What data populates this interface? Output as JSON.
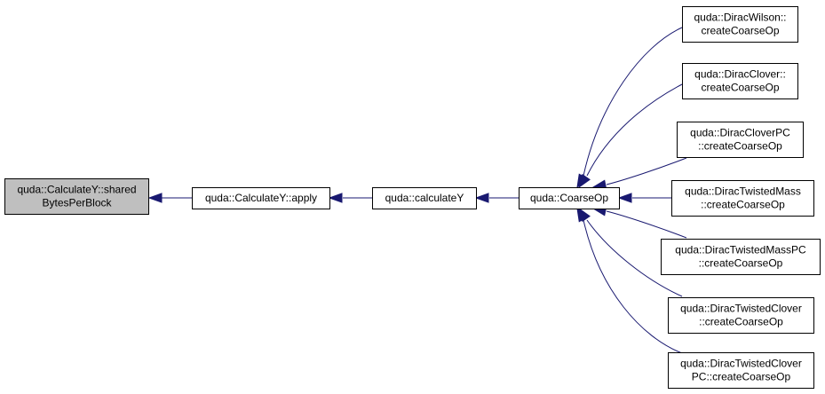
{
  "graph": {
    "edge_color": "#191970",
    "root_fill": "#bfbfbf",
    "nodes": {
      "shared_bytes": {
        "lines": [
          "quda::CalculateY::shared",
          "BytesPerBlock"
        ]
      },
      "apply": {
        "lines": [
          "quda::CalculateY::apply"
        ]
      },
      "calculateY": {
        "lines": [
          "quda::calculateY"
        ]
      },
      "coarseop": {
        "lines": [
          "quda::CoarseOp"
        ]
      },
      "wilson": {
        "lines": [
          "quda::DiracWilson::",
          "createCoarseOp"
        ]
      },
      "clover": {
        "lines": [
          "quda::DiracClover::",
          "createCoarseOp"
        ]
      },
      "cloverpc": {
        "lines": [
          "quda::DiracCloverPC",
          "::createCoarseOp"
        ]
      },
      "twistedmass": {
        "lines": [
          "quda::DiracTwistedMass",
          "::createCoarseOp"
        ]
      },
      "twistedmasspc": {
        "lines": [
          "quda::DiracTwistedMassPC",
          "::createCoarseOp"
        ]
      },
      "twistedclover": {
        "lines": [
          "quda::DiracTwistedClover",
          "::createCoarseOp"
        ]
      },
      "twistedcloverpc": {
        "lines": [
          "quda::DiracTwistedClover",
          "PC::createCoarseOp"
        ]
      }
    },
    "edges": [
      {
        "from": "apply",
        "to": "shared_bytes"
      },
      {
        "from": "calculateY",
        "to": "apply"
      },
      {
        "from": "coarseop",
        "to": "calculateY"
      },
      {
        "from": "wilson",
        "to": "coarseop"
      },
      {
        "from": "clover",
        "to": "coarseop"
      },
      {
        "from": "cloverpc",
        "to": "coarseop"
      },
      {
        "from": "twistedmass",
        "to": "coarseop"
      },
      {
        "from": "twistedmasspc",
        "to": "coarseop"
      },
      {
        "from": "twistedclover",
        "to": "coarseop"
      },
      {
        "from": "twistedcloverpc",
        "to": "coarseop"
      }
    ]
  }
}
